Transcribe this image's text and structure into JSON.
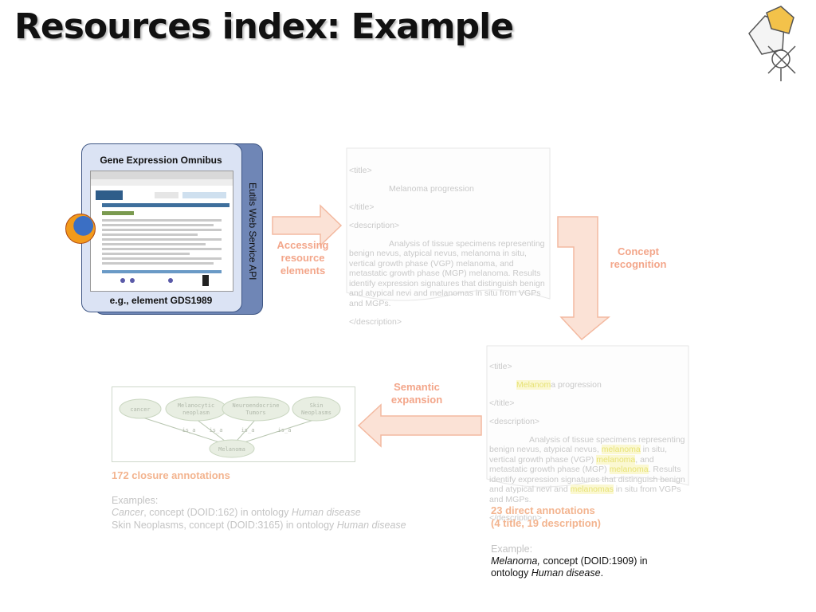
{
  "title": "Resources index: Example",
  "geo": {
    "title": "Gene Expression Omnibus",
    "footer": "e.g., element GDS1989",
    "api_label": "Eutils Web Service API"
  },
  "arrows": {
    "accessing": "Accessing resource elements",
    "concept": "Concept recognition",
    "semantic": "Semantic expansion"
  },
  "doc1": {
    "title_open": "<title>",
    "title_text": "Melanoma progression",
    "title_close": "</title>",
    "desc_open": "<description>",
    "desc_text": "Analysis of tissue specimens representing benign nevus, atypical nevus, melanoma in situ, vertical growth phase (VGP) melanoma, and metastatic growth phase (MGP) melanoma. Results identify expression signatures that distinguish benign and atypical nevi and melanomas in situ from VGPs and MGPs.",
    "desc_close": "</description>"
  },
  "doc2": {
    "title_open": "<title>",
    "title_hl": "Melanom",
    "title_rest": "a progression",
    "title_close": "</title>",
    "desc_open": "<description>",
    "d1": "Analysis of tissue specimens representing benign nevus, atypical nevus, ",
    "h1": "melanoma",
    "d2": " in situ, vertical growth phase (VGP) ",
    "h2": "melanoma",
    "d3": ", and metastatic growth phase (MGP) ",
    "h3": "melanoma",
    "d4": ". Results identify expression signatures that distinguish benign and atypical nevi and ",
    "h4": "melanomas",
    "d5": " in situ from VGPs and MGPs.",
    "desc_close": "</description>"
  },
  "graph": {
    "nodes": [
      "cancer",
      "Melanocytic neoplasm",
      "Neuroendocrine Tumors",
      "Skin Neoplasms",
      "Melanoma"
    ],
    "edge_label": "is_a"
  },
  "closure": {
    "heading": "172 closure annotations",
    "examples_label": "Examples:",
    "ex1_term": "Cancer",
    "ex1_rest": ", concept (DOID:162) in ontology ",
    "ex1_onto": "Human disease",
    "ex2_rest": "Skin Neoplasms, concept (DOID:3165) in ontology ",
    "ex2_onto": "Human disease"
  },
  "direct": {
    "heading1": "23 direct annotations",
    "heading2": "(4 title, 19 description)",
    "example_label": "Example:",
    "ex_term": "Melanoma,",
    "ex_rest": " concept (DOID:1909) in",
    "ex_line2a": "ontology ",
    "ex_onto": "Human disease",
    "ex_end": "."
  },
  "colors": {
    "arrow_fill": "#fbe2d6",
    "arrow_stroke": "#f3b9a0",
    "geo_back": "#6f86b6",
    "geo_front": "#dbe3f4"
  }
}
